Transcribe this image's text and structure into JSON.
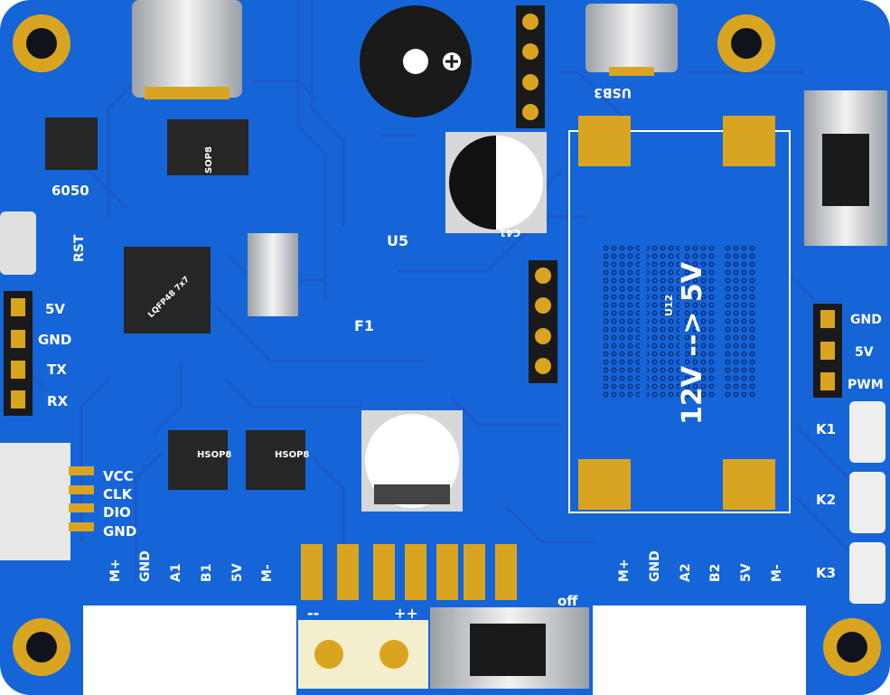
{
  "colors": {
    "board": "#1565d8",
    "board_dark": "#0d47a1",
    "trace": "#1e56c4",
    "pad_gold": "#d9a520",
    "silk": "#ffffff",
    "chip": "#262626"
  },
  "labels": {
    "imu": "6050",
    "rst": "RST",
    "usb3": "USB3",
    "c41": "C41",
    "u5": "U5",
    "f1": "F1",
    "u12": "U12",
    "sop8": "SOP8",
    "hsop8_a": "HSOP8",
    "hsop8_b": "HSOP8",
    "mcu": "LQFP48 7x7",
    "minus": "--",
    "plus": "++",
    "off": "off",
    "regulator": "12V --> 5V"
  },
  "uart_header": [
    "5V",
    "GND",
    "TX",
    "RX"
  ],
  "servo_header": [
    "GND",
    "5V",
    "PWM"
  ],
  "display_header": [
    "VCC",
    "CLK",
    "DIO",
    "GND"
  ],
  "keys": [
    "K1",
    "K2",
    "K3"
  ],
  "motor_left": [
    "M+",
    "GND",
    "A1",
    "B1",
    "5V",
    "M-"
  ],
  "motor_right": [
    "M+",
    "GND",
    "A2",
    "B2",
    "5V",
    "M-"
  ]
}
